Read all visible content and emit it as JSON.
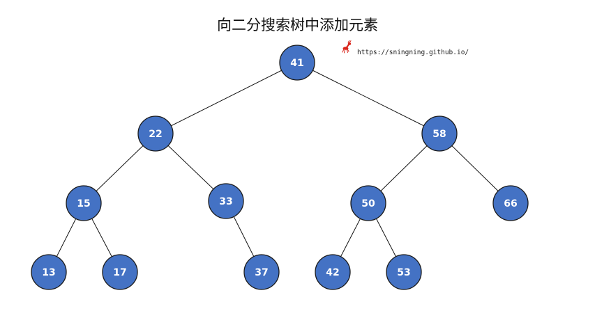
{
  "title": "向二分搜索树中添加元素",
  "watermark": {
    "url": "https://sningning.github.io/",
    "logo_icon": "deer-icon"
  },
  "colors": {
    "node_fill": "#4472C4",
    "node_stroke": "#1a1a1a",
    "node_text": "#ffffff",
    "edge": "#111111",
    "logo": "#d9261c"
  },
  "tree": {
    "nodes": [
      {
        "id": "n41",
        "label": "41"
      },
      {
        "id": "n22",
        "label": "22"
      },
      {
        "id": "n58",
        "label": "58"
      },
      {
        "id": "n15",
        "label": "15"
      },
      {
        "id": "n33",
        "label": "33"
      },
      {
        "id": "n50",
        "label": "50"
      },
      {
        "id": "n66",
        "label": "66"
      },
      {
        "id": "n13",
        "label": "13"
      },
      {
        "id": "n17",
        "label": "17"
      },
      {
        "id": "n37",
        "label": "37"
      },
      {
        "id": "n42",
        "label": "42"
      },
      {
        "id": "n53",
        "label": "53"
      }
    ],
    "edges": [
      [
        "n41",
        "n22"
      ],
      [
        "n41",
        "n58"
      ],
      [
        "n22",
        "n15"
      ],
      [
        "n22",
        "n33"
      ],
      [
        "n58",
        "n50"
      ],
      [
        "n58",
        "n66"
      ],
      [
        "n15",
        "n13"
      ],
      [
        "n15",
        "n17"
      ],
      [
        "n33",
        "n37"
      ],
      [
        "n50",
        "n42"
      ],
      [
        "n50",
        "n53"
      ]
    ]
  }
}
